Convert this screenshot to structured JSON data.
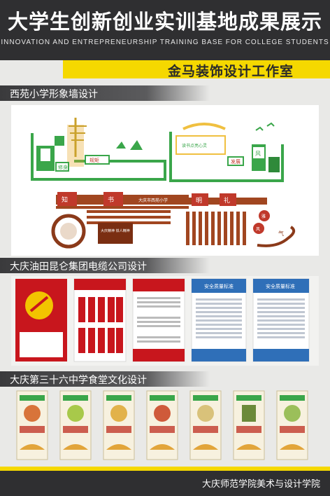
{
  "header": {
    "title": "大学生创新创业实训基地成果展示",
    "subtitle": "INNOVATION AND ENTREPRENEURSHIP TRAINING BASE FOR COLLEGE STUDENTS"
  },
  "banner": {
    "studio_name": "金马装饰设计工作室"
  },
  "sections": [
    {
      "title": "西苑小学形象墙设计",
      "wall_labels": [
        "规矩",
        "修身",
        "发展",
        "风",
        "读书点亮心灵",
        "知",
        "书",
        "大庆市西苑小学",
        "明",
        "礼",
        "雅",
        "风",
        "气",
        "大庆精神 铁人精神"
      ]
    },
    {
      "title": "大庆油田昆仑集团电缆公司设计",
      "board_titles": [
        "",
        "",
        "",
        "安全质量标准",
        "安全质量标准"
      ]
    },
    {
      "title": "大庆第三十六中学食堂文化设计",
      "card_captions": [
        "",
        "",
        "",
        "",
        "",
        "",
        ""
      ]
    }
  ],
  "footer": {
    "institution": "大庆师范学院美术与设计学院"
  },
  "colors": {
    "accent": "#f5d800",
    "dark": "#2f2f31",
    "green": "#3aa64a",
    "red": "#c0392b",
    "blue": "#2f6fb8",
    "brown": "#8b3a1a"
  }
}
